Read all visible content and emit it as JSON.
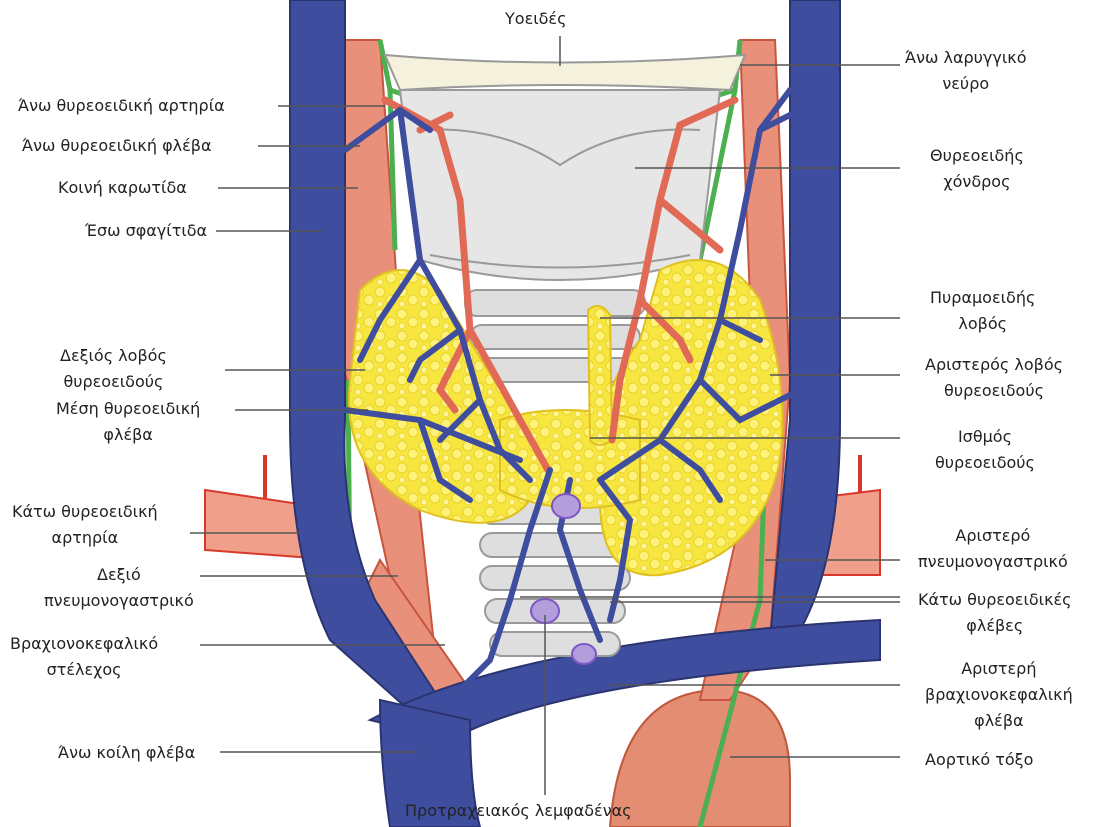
{
  "labels": {
    "hyoid": "Υοειδές",
    "superior_laryngeal_nerve": [
      "Άνω λαρυγγικό",
      "νεύρο"
    ],
    "thyroid_cartilage": [
      "Θυρεοειδής",
      "χόνδρος"
    ],
    "pyramidal_lobe": [
      "Πυραμοειδής",
      "λοβός"
    ],
    "left_lobe": [
      "Αριστερός λοβός",
      "θυρεοειδούς"
    ],
    "isthmus": [
      "Ισθμός",
      "θυρεοειδούς"
    ],
    "left_vagus": [
      "Αριστερό",
      "πνευμονογαστρικό"
    ],
    "inferior_thyroid_veins": [
      "Κάτω θυρεοειδικές",
      "φλέβες"
    ],
    "left_brachiocephalic_vein": [
      "Αριστερή",
      "βραχιονοκεφαλική",
      "φλέβα"
    ],
    "aortic_arch": "Αορτικό τόξο",
    "superior_thyroid_artery": "Άνω θυρεοειδική αρτηρία",
    "superior_thyroid_vein": "Άνω θυρεοειδική φλέβα",
    "common_carotid": "Κοινή καρωτίδα",
    "internal_jugular": "Έσω σφαγίτιδα",
    "right_lobe": [
      "Δεξιός λοβός",
      "θυρεοειδούς"
    ],
    "middle_thyroid_vein": [
      "Μέση θυρεοειδική",
      "φλέβα"
    ],
    "inferior_thyroid_artery": [
      "Κάτω θυρεοειδική",
      "αρτηρία"
    ],
    "right_vagus": [
      "Δεξιό",
      "πνευμονογαστρικό"
    ],
    "brachiocephalic_trunk": [
      "Βραχιονοκεφαλικό",
      "στέλεχος"
    ],
    "superior_vena_cava": "Άνω κοίλη φλέβα",
    "pretracheal_node": "Προτραχειακός λεμφαδένας"
  },
  "colors": {
    "vein": "#3f4d9e",
    "artery": "#e06a55",
    "artery_light": "#f0a08a",
    "thyroid": "#f7e640",
    "nerve": "#4caf50",
    "cartilage": "#d9d9d9",
    "lymph_node": "#b39ddb",
    "leader_line": "#555555"
  }
}
